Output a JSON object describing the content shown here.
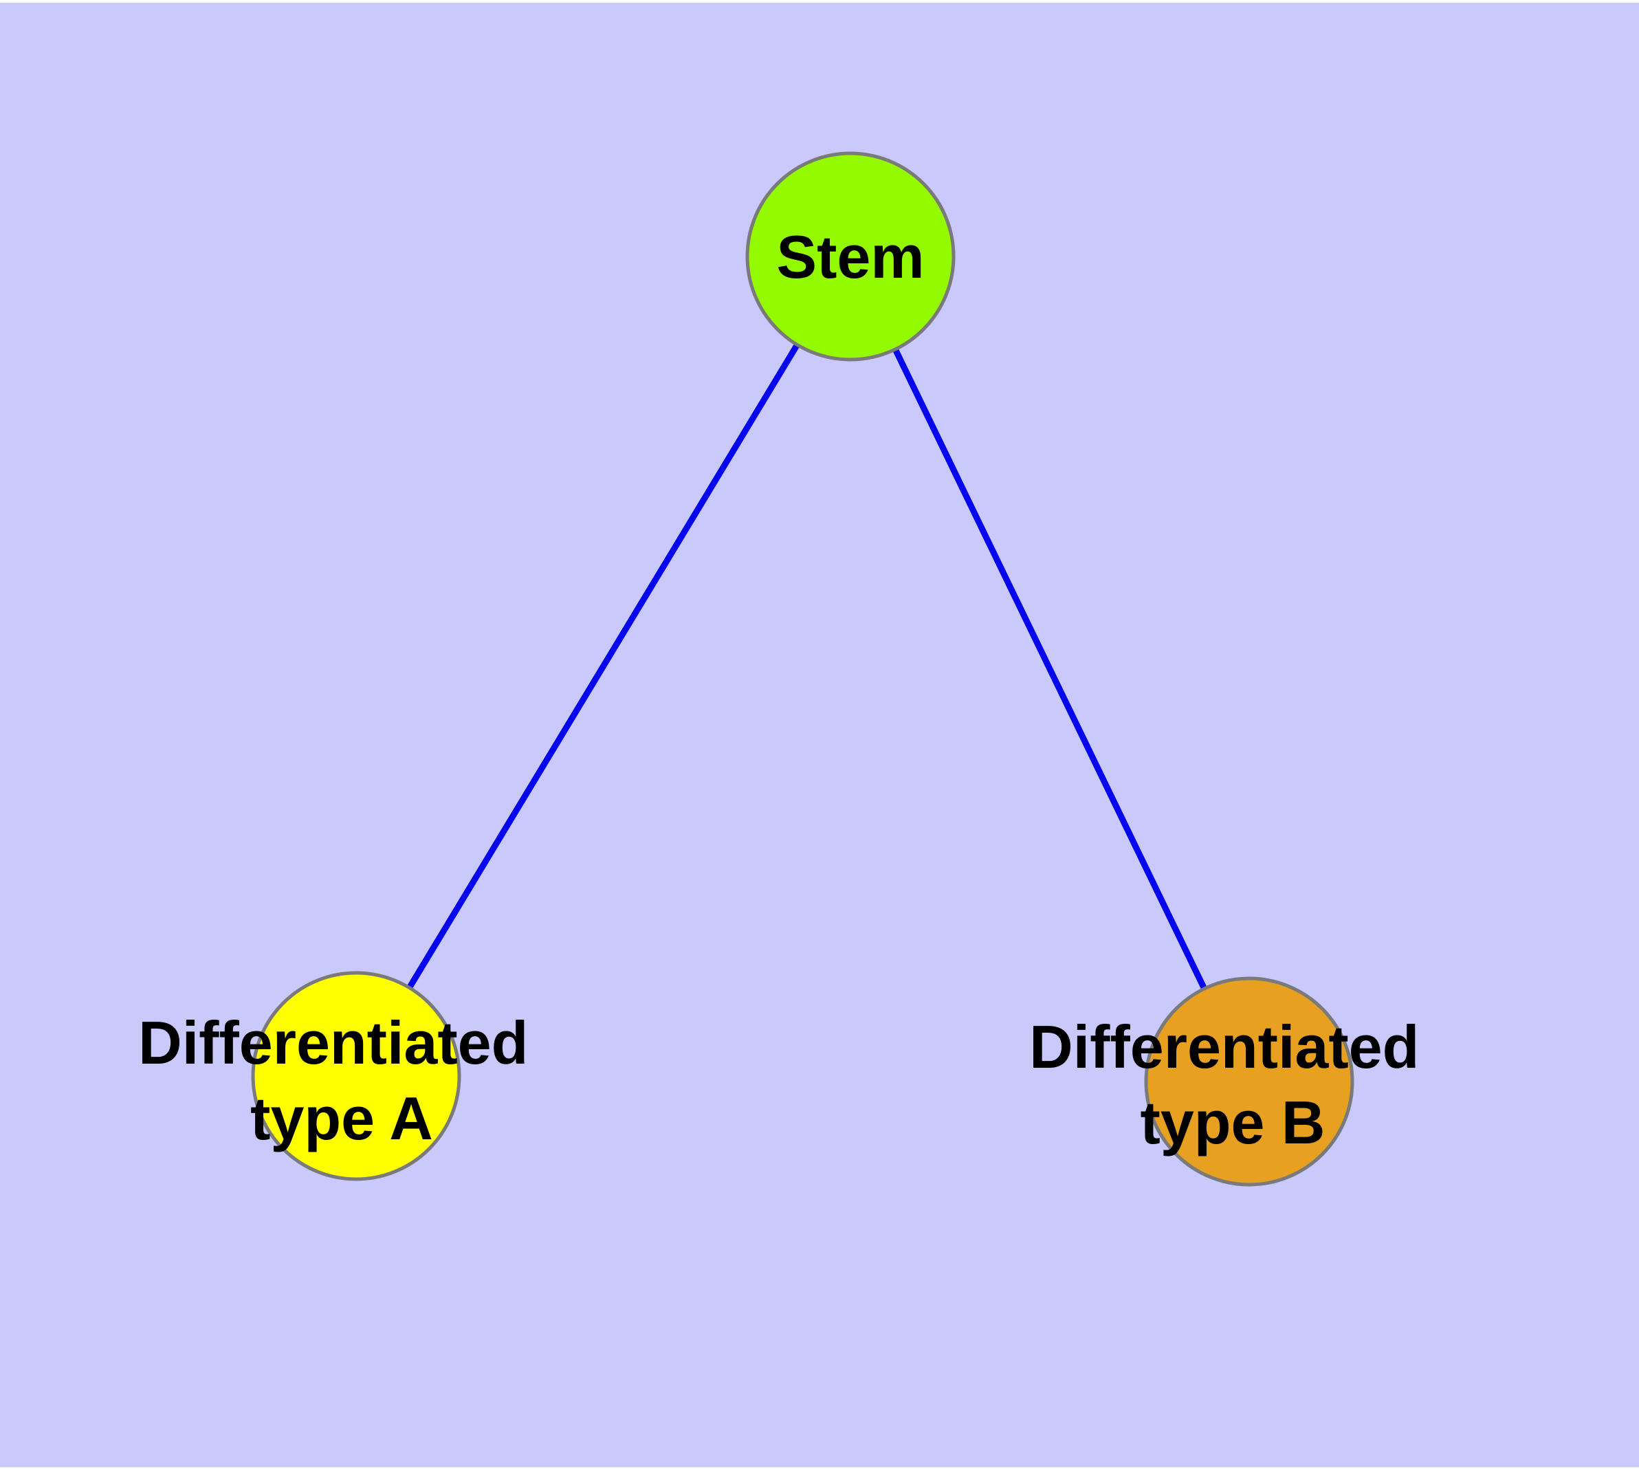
{
  "colors": {
    "background": "#c9c9fb",
    "frame": "#ffffff",
    "edge": "#0404ee",
    "node_stroke": "#7a7a7a",
    "stem_fill": "#94fa00",
    "type_a_fill": "#ffff00",
    "type_b_fill": "#e8a020",
    "label_text": "#000000"
  },
  "diagram": {
    "nodes": {
      "stem": {
        "label": "Stem"
      },
      "type_a": {
        "line1": "Differentiated",
        "line2": "type A"
      },
      "type_b": {
        "line1": "Differentiated",
        "line2": "type B"
      }
    },
    "edges": [
      {
        "from": "Stem",
        "to": "Differentiated type A"
      },
      {
        "from": "Stem",
        "to": "Differentiated type B"
      }
    ]
  }
}
